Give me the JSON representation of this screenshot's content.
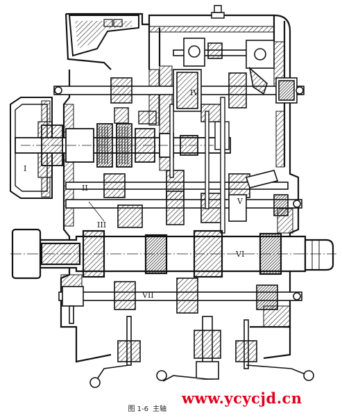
{
  "shaft_labels": {
    "i": "I",
    "ii": "II",
    "iii": "III",
    "iv": "IV",
    "v": "V",
    "vi": "VI",
    "vii": "VII"
  },
  "caption": {
    "figure_number": "图 1-6",
    "title": "主轴"
  },
  "watermark": "www.ycycjd.cn"
}
